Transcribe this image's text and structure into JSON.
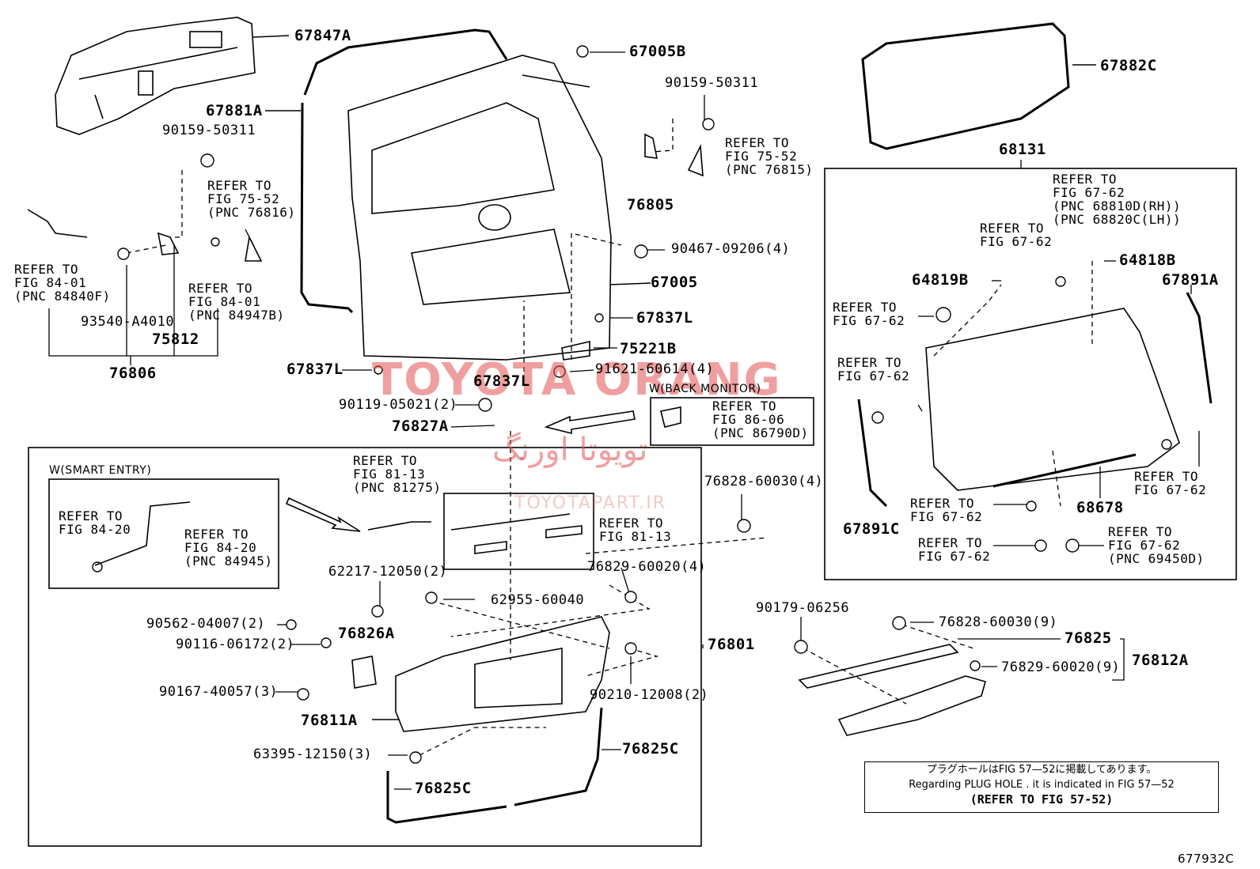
{
  "watermark": {
    "brand": "TOYOTA ORANG",
    "persian": "تويوتا اورنگ",
    "site": "TOYOTAPART.IR"
  },
  "parts": {
    "p67847A": "67847A",
    "p67881A": "67881A",
    "p67005B": "67005B",
    "p90159_a": "90159-50311",
    "p90159_b": "90159-50311",
    "p76805": "76805",
    "p67882C": "67882C",
    "p68131": "68131",
    "p93540": "93540-A4010",
    "p75812": "75812",
    "p76806": "76806",
    "p90467": "90467-09206(4)",
    "p67005": "67005",
    "p67837L_a": "67837L",
    "p67837L_b": "67837L",
    "p67837L_c": "67837L",
    "p75221B": "75221B",
    "p91621": "91621-60614(4)",
    "p90119": "90119-05021(2)",
    "p76827A": "76827A",
    "p76828_a": "76828-60030(4)",
    "p76829_a": "76829-60020(4)",
    "p62217": "62217-12050(2)",
    "p62955": "62955-60040",
    "p90562": "90562-04007(2)",
    "p76826A": "76826A",
    "p90116": "90116-06172(2)",
    "p76801": "76801",
    "p90167": "90167-40057(3)",
    "p90210": "90210-12008(2)",
    "p76811A": "76811A",
    "p63395": "63395-12150(3)",
    "p76825C_a": "76825C",
    "p76825C_b": "76825C",
    "p90179": "90179-06256",
    "p76828_b": "76828-60030(9)",
    "p76825": "76825",
    "p76829_b": "76829-60020(9)",
    "p76812A": "76812A",
    "p64819B": "64819B",
    "p64818B": "64818B",
    "p67891A": "67891A",
    "p67891C": "67891C",
    "p68678": "68678"
  },
  "refs": {
    "r7552_a": "REFER TO\nFIG 75-52\n(PNC 76815)",
    "r7552_b": "REFER TO\nFIG 75-52\n(PNC 76816)",
    "r8401_a": "REFER TO\nFIG 84-01\n(PNC 84840F)",
    "r8401_b": "REFER TO\nFIG 84-01\n(PNC 84947B)",
    "r8606": "REFER TO\nFIG 86-06\n(PNC 86790D)",
    "r8113_a": "REFER TO\nFIG 81-13\n(PNC 81275)",
    "r8113_b": "REFER TO\nFIG 81-13",
    "r8420_a": "REFER TO\nFIG 84-20",
    "r8420_b": "REFER TO\nFIG 84-20\n(PNC 84945)",
    "r6762_top": "REFER TO\nFIG 67-62\n(PNC 68810D(RH))\n(PNC 68820C(LH))",
    "r6762_a": "REFER TO\nFIG 67-62",
    "r6762_b": "REFER TO\nFIG 67-62",
    "r6762_c": "REFER TO\nFIG 67-62",
    "r6762_d": "REFER TO\nFIG 67-62",
    "r6762_e": "REFER TO\nFIG 67-62",
    "r6762_f": "REFER TO\nFIG 67-62",
    "r6762_g": "REFER TO\nFIG 67-62\n(PNC 69450D)"
  },
  "headers": {
    "back_monitor": "W(BACK MONITOR)",
    "smart_entry": "W(SMART ENTRY)"
  },
  "note": {
    "line1": "プラグホールはFIG 57—52に掲載してあります。",
    "line2": "Regarding  PLUG  HOLE . it is indicated in  FIG  57—52",
    "line3": "(REFER TO FIG 57-52)"
  },
  "figure_id": "677932C"
}
